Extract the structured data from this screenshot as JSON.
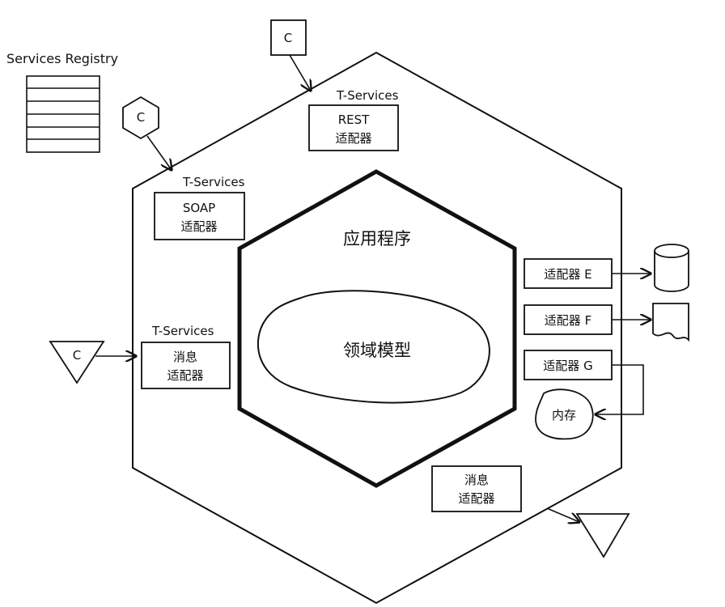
{
  "registry": {
    "title": "Services Registry"
  },
  "clients": {
    "square": "C",
    "hexagon": "C",
    "triangle": "C"
  },
  "tservices": {
    "top": "T-Services",
    "left_top": "T-Services",
    "left_mid": "T-Services"
  },
  "adapters": {
    "rest": {
      "line1": "REST",
      "line2": "适配器"
    },
    "soap": {
      "line1": "SOAP",
      "line2": "适配器"
    },
    "msg_left": {
      "line1": "消息",
      "line2": "适配器"
    },
    "msg_bottom": {
      "line1": "消息",
      "line2": "适配器"
    },
    "e": "适配器 E",
    "f": "适配器 F",
    "g": "适配器 G"
  },
  "core": {
    "application": "应用程序",
    "domain_model": "领域模型"
  },
  "memory": {
    "label": "内存"
  },
  "colors": {
    "ink": "#111111",
    "background": "#ffffff"
  }
}
